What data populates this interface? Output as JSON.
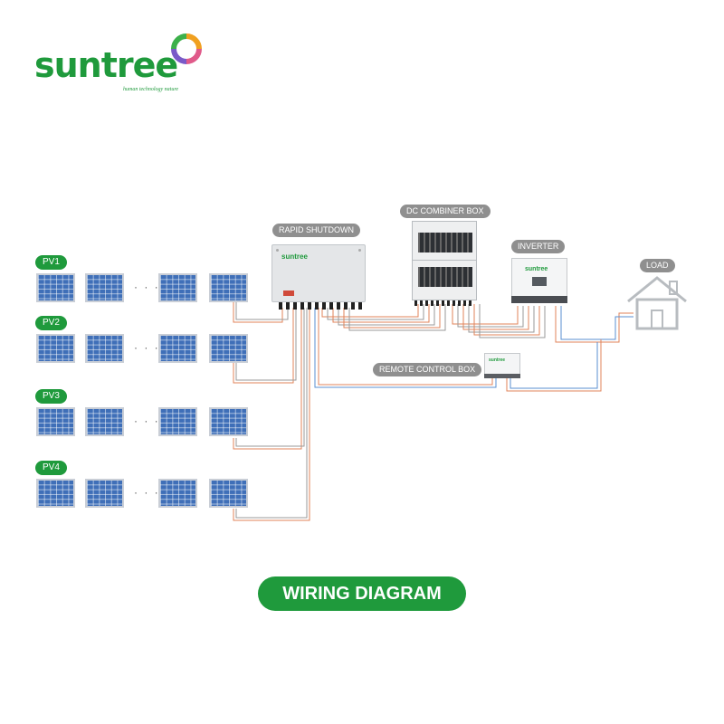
{
  "brand": {
    "name": "suntree",
    "tagline": "human technology nature",
    "color": "#1f9a3c"
  },
  "labels": {
    "rapid_shutdown": "RAPID SHUTDOWN",
    "dc_combiner_box": "DC COMBINER BOX",
    "inverter": "INVERTER",
    "load": "LOAD",
    "remote_control_box": "REMOTE CONTROL BOX"
  },
  "device_brand_marks": {
    "rapid_shutdown": "suntree",
    "inverter": "suntree",
    "remote_control_box": "suntree"
  },
  "pv_strings": [
    {
      "label": "PV1"
    },
    {
      "label": "PV2"
    },
    {
      "label": "PV3"
    },
    {
      "label": "PV4"
    }
  ],
  "ellipsis": "· · ·",
  "title": "WIRING DIAGRAM",
  "colors": {
    "panel_blue": "#3f6fb8",
    "label_gray": "#8f8f8f",
    "wire_orange": "#e0835a",
    "wire_blue": "#5a8fd0",
    "wire_gray": "#9a9a9a"
  }
}
